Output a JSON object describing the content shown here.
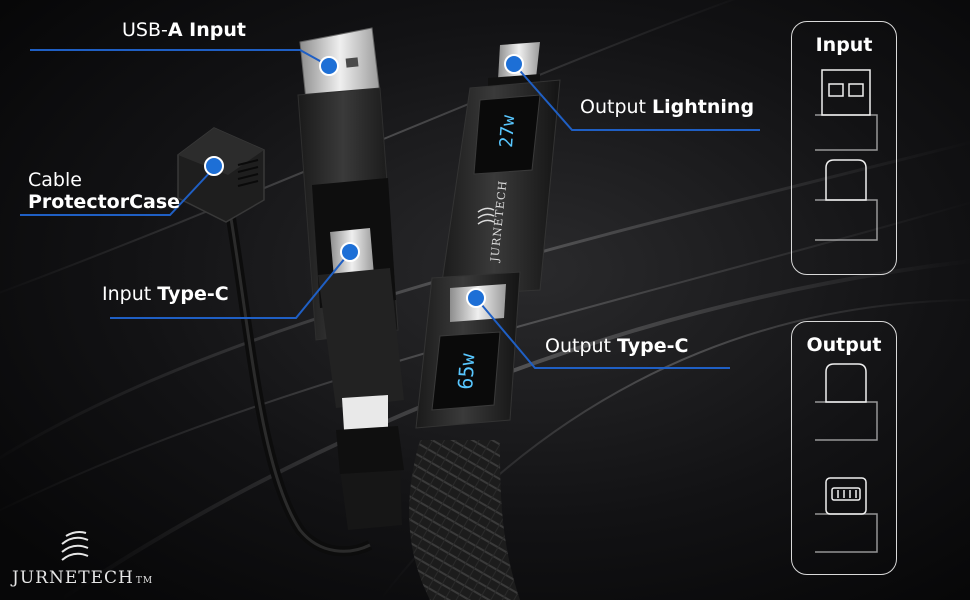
{
  "labels": {
    "usb_a_input": {
      "prefix": "USB-",
      "bold": "A Input"
    },
    "cable_protector": {
      "line1": "Cable",
      "line2": "ProtectorCase"
    },
    "input_type_c": {
      "prefix": "Input ",
      "bold": "Type-C"
    },
    "output_lightning": {
      "prefix": "Output ",
      "bold": "Lightning"
    },
    "output_type_c": {
      "prefix": "Output ",
      "bold": "Type-C"
    }
  },
  "displays": {
    "top_watt": "27w",
    "bottom_watt": "65w"
  },
  "body_brand": "JURNETECH",
  "panels": {
    "input_title": "Input",
    "output_title": "Output"
  },
  "logo": {
    "name": "JURNETECH",
    "tm": "TM"
  },
  "colors": {
    "background": "#0a0a0b",
    "accent_dot": "#1d6fd6",
    "accent_line": "#1f5fc4",
    "display_text": "#58c7ff",
    "panel_border": "#d9d9d9"
  }
}
